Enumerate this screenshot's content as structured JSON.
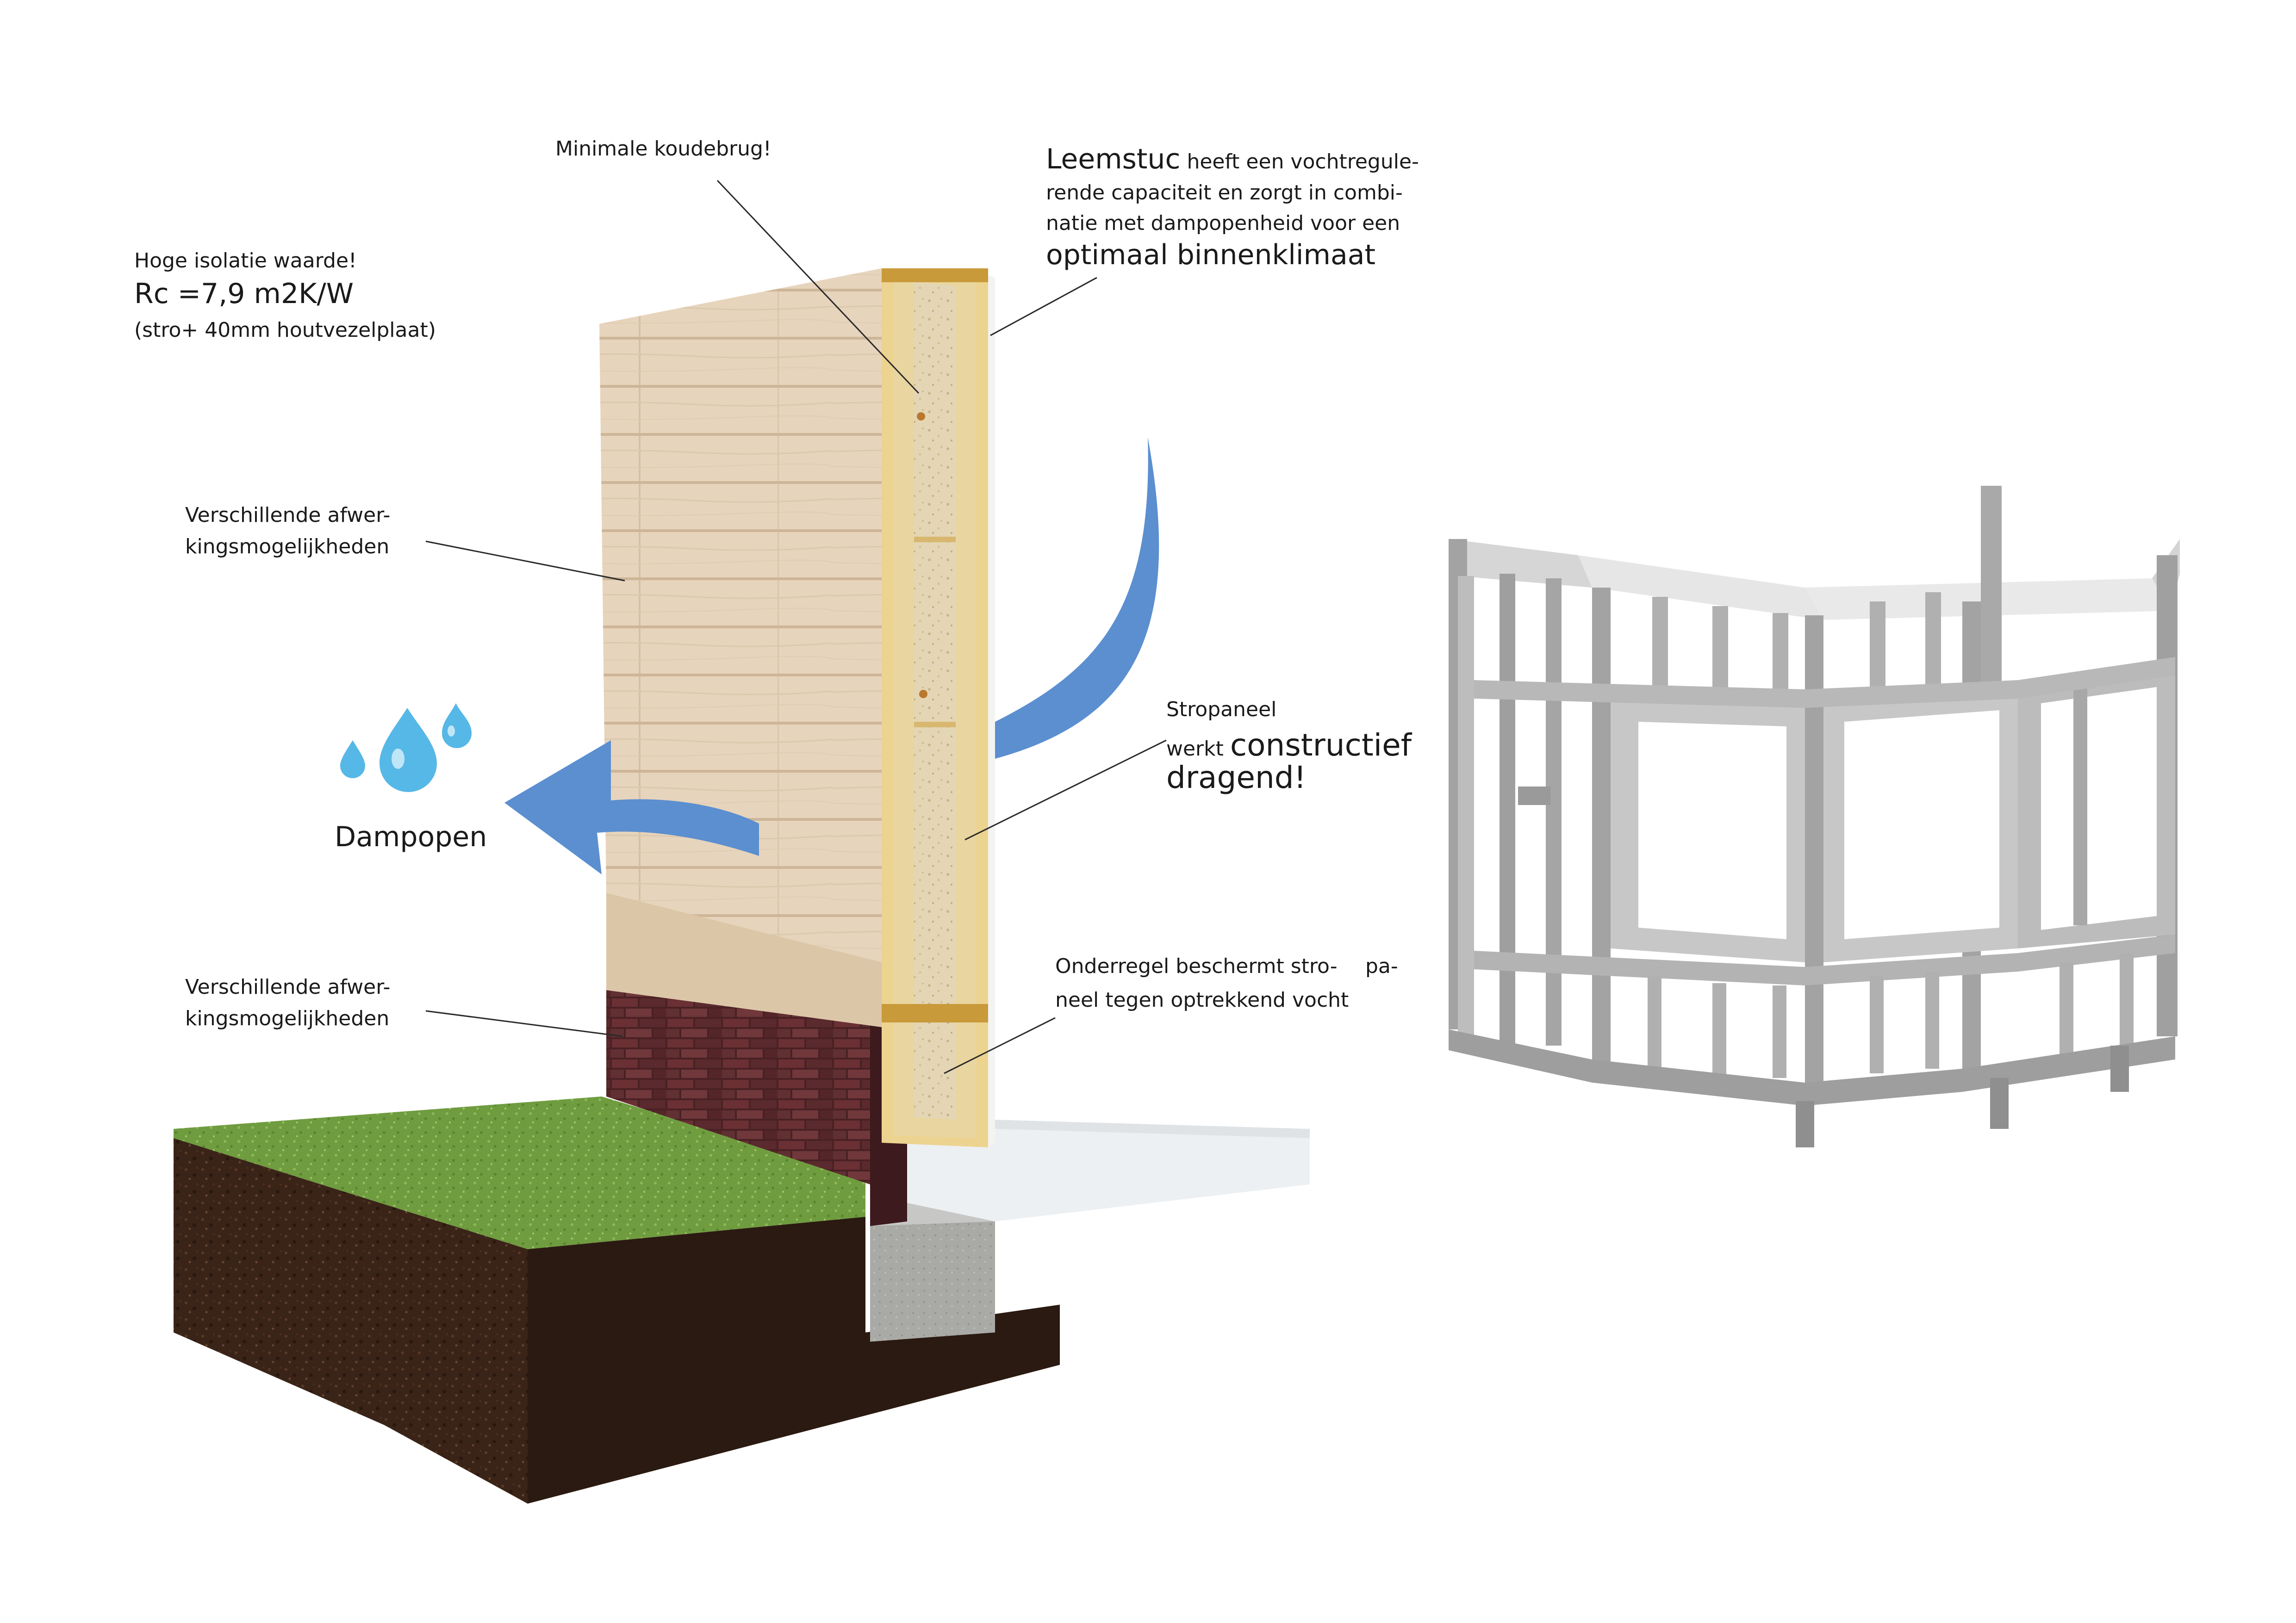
{
  "labels": {
    "koudebrug": "Minimale koudebrug!",
    "isolatie_title": "Hoge isolatie waarde!",
    "isolatie_value": "Rc =7,9 m2K/W",
    "isolatie_note": "(stro+ 40mm houtvezelplaat)",
    "afwerking_top": "Verschillende afwer-\nkingsmogelijkheden",
    "afwerking_bottom": "Verschillende afwer-\nkingsmogelijkheden",
    "leemstuc_word": "Leemstuc",
    "leemstuc_text1": " heeft een vochtregule-",
    "leemstuc_text2": "rende capaciteit en zorgt in combi-",
    "leemstuc_text3": "natie met dampopenheid voor een",
    "leemstuc_highlight": "optimaal binnenklimaat",
    "stropaneel_title": "Stropaneel",
    "stropaneel_werkt": "werkt ",
    "stropaneel_constructief": "constructief",
    "stropaneel_dragend": "dragend!",
    "onderregel_line1a": "Onderregel beschermt stro-",
    "onderregel_line1b": "pa-",
    "onderregel_line2": "neel tegen optrekkend vocht",
    "dampopen": "Dampopen"
  },
  "colors": {
    "arrow_blue": "#5b8fd0",
    "drop_blue": "#56b8e6",
    "wood_cladding": "#e7d4bc",
    "straw_core": "#e6d8b2",
    "osb_board": "#ecd38f",
    "brick": "#5c2a2e",
    "grass": "#6f9c3f",
    "soil": "#3a2418",
    "concrete": "#a9aaa6",
    "slab": "#edf0f2",
    "frame_grey": "#a3a3a3",
    "leader_line": "#2a2a2a"
  },
  "icons": [
    "curved-arrow-icon",
    "straight-arrow-icon",
    "water-drops-icon"
  ]
}
